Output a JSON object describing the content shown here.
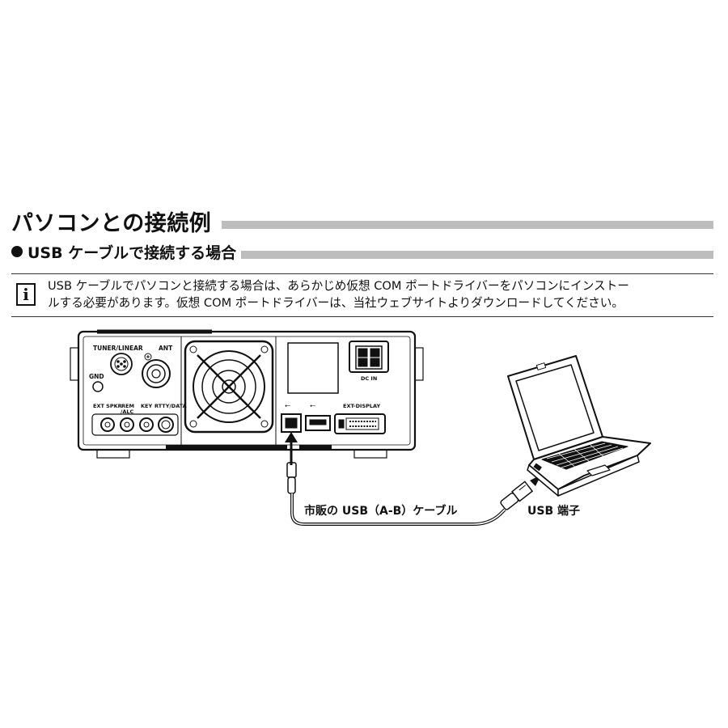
{
  "heading": "パソコンとの接続例",
  "subheading": "USB ケーブルで接続する場合",
  "info": {
    "icon": "info-icon",
    "line1": "USB ケーブルでパソコンと接続する場合は、あらかじめ仮想 COM ポートドライバーをパソコンにインストー",
    "line2": "ルする必要があります。仮想 COM ポートドライバーは、当社ウェブサイトよりダウンロードしてください。"
  },
  "diagram": {
    "rear_panel_labels": {
      "tuner_linear": "TUNER/LINEAR",
      "ant": "ANT",
      "gnd": "GND",
      "ext_spkr": "EXT SPKR",
      "rem_alc_1": "REM",
      "rem_alc_2": "/ALC",
      "key": "KEY",
      "rtty_data": "RTTY/DATA",
      "dc_in": "DC IN",
      "ext_display": "EXT-DISPLAY"
    },
    "cable_label": "市販の USB（A-B）ケーブル",
    "usb_port_label": "USB 端子"
  }
}
